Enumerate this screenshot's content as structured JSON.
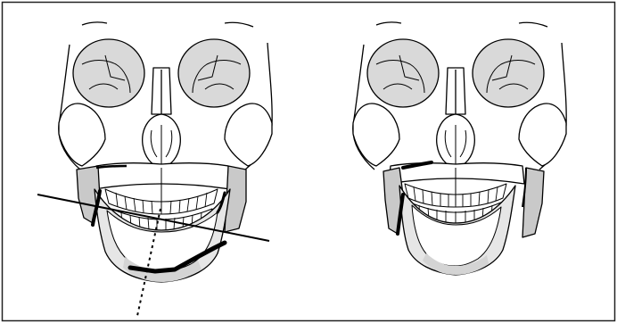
{
  "figure": {
    "panels": [
      {
        "id": "before",
        "elements": [
          "skull",
          "orbits",
          "nasal-cavity",
          "maxilla",
          "teeth",
          "mandible",
          "masseter-shading",
          "osteotomy-cuts",
          "reference-line",
          "midline-dashed"
        ]
      },
      {
        "id": "after",
        "elements": [
          "skull",
          "orbits",
          "nasal-cavity",
          "maxilla",
          "teeth",
          "mandible",
          "masseter-shading",
          "osteotomy-cuts"
        ]
      }
    ],
    "colors": {
      "line": "#000000",
      "bone_fill": "#ffffff",
      "shade_light": "#e3e3e3",
      "shade_mid": "#cfcfcf",
      "shade_dark": "#b9b9b9",
      "border": "#222222"
    }
  }
}
